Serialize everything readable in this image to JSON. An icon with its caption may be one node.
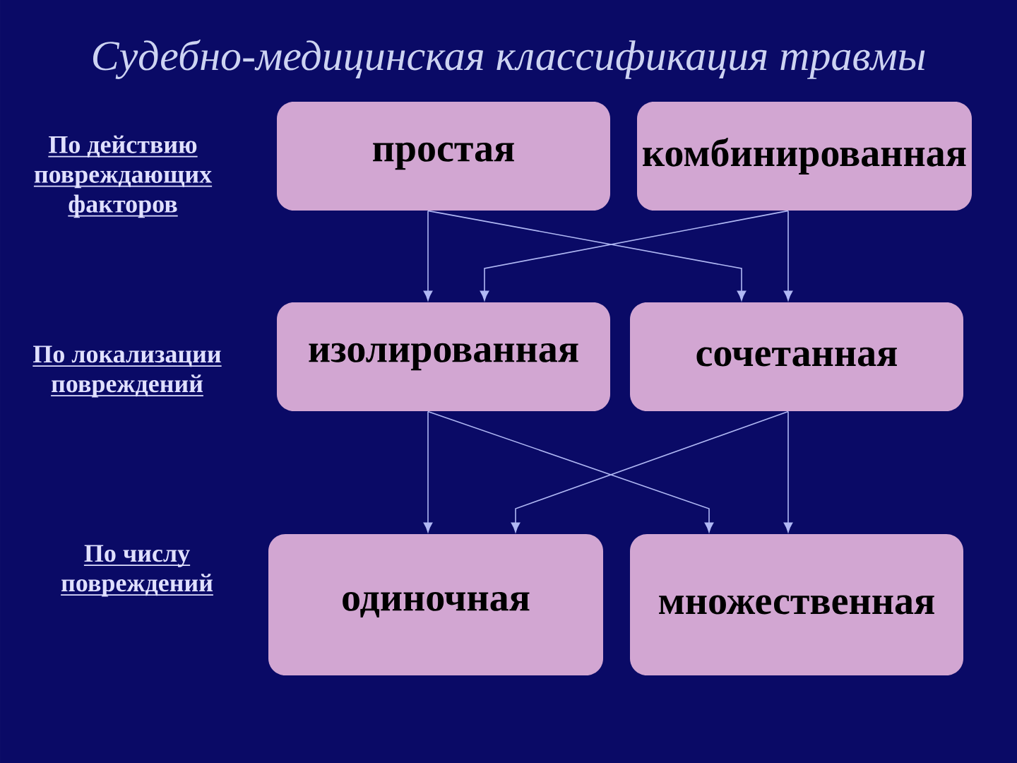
{
  "diagram": {
    "title": "Судебно-медицинская классификация травмы",
    "nodes": [
      {
        "text": [
          "простая"
        ]
      },
      {
        "text": [
          "комбинированная"
        ]
      },
      {
        "text": [
          "изолированная"
        ]
      },
      {
        "text": [
          "сочетанная"
        ]
      },
      {
        "text": [
          "одиночная"
        ]
      },
      {
        "text": [
          "множественная"
        ]
      }
    ],
    "edges": [
      {
        "from": 0,
        "to": 2,
        "arrow": "to"
      },
      {
        "from": 0,
        "to": 3,
        "arrow": "to"
      },
      {
        "from": 1,
        "to": 2,
        "arrow": "to"
      },
      {
        "from": 1,
        "to": 3,
        "arrow": "to"
      },
      {
        "from": 2,
        "to": 4,
        "arrow": "to"
      },
      {
        "from": 2,
        "to": 5,
        "arrow": "to"
      },
      {
        "from": 3,
        "to": 4,
        "arrow": "to"
      },
      {
        "from": 3,
        "to": 5,
        "arrow": "to"
      }
    ],
    "labels": [
      "По действию повреждающих факторов",
      "По локализации повреждений",
      "По числу повреждений"
    ]
  }
}
